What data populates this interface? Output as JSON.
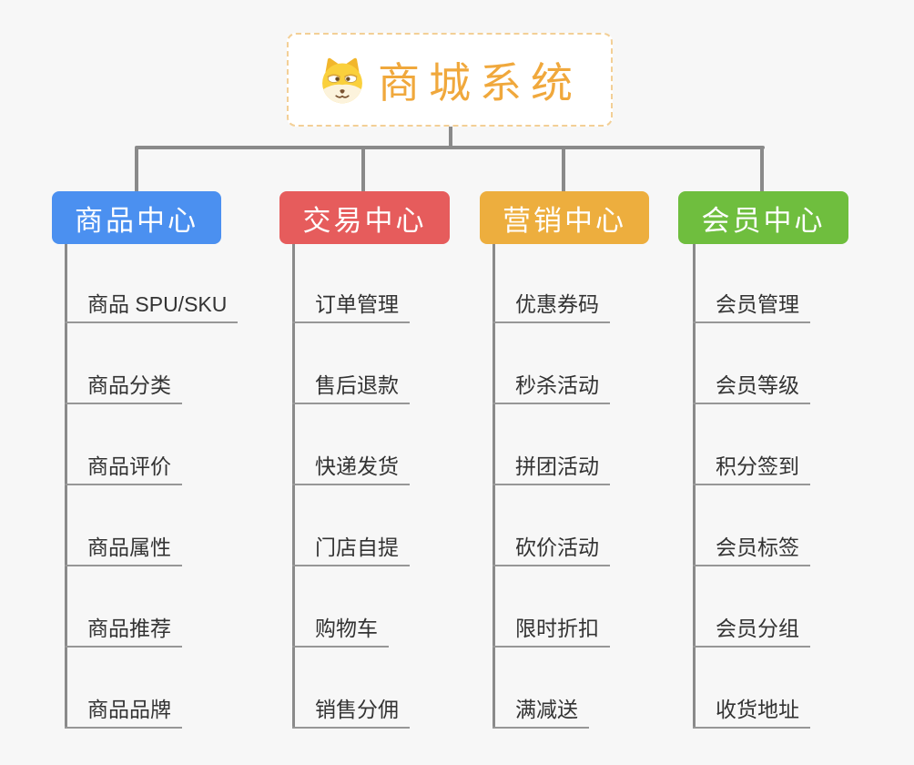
{
  "page": {
    "background": "#f7f7f7"
  },
  "root": {
    "title": "商城系统",
    "title_color": "#F0A83C",
    "icon": "doge-face-icon",
    "border_color": "#F3CF96",
    "background": "#ffffff"
  },
  "branches": [
    {
      "id": "product-center",
      "label": "商品中心",
      "color": "#4B90F0",
      "items": [
        "商品 SPU/SKU",
        "商品分类",
        "商品评价",
        "商品属性",
        "商品推荐",
        "商品品牌"
      ]
    },
    {
      "id": "trade-center",
      "label": "交易中心",
      "color": "#E65C5C",
      "items": [
        "订单管理",
        "售后退款",
        "快递发货",
        "门店自提",
        "购物车",
        "销售分佣"
      ]
    },
    {
      "id": "marketing-center",
      "label": "营销中心",
      "color": "#EDAE3E",
      "items": [
        "优惠券码",
        "秒杀活动",
        "拼团活动",
        "砍价活动",
        "限时折扣",
        "满减送"
      ]
    },
    {
      "id": "member-center",
      "label": "会员中心",
      "color": "#6FBE3E",
      "items": [
        "会员管理",
        "会员等级",
        "积分签到",
        "会员标签",
        "会员分组",
        "收货地址"
      ]
    }
  ],
  "connectors": {
    "color": "#8a8a8a",
    "underline_color": "#979797"
  }
}
